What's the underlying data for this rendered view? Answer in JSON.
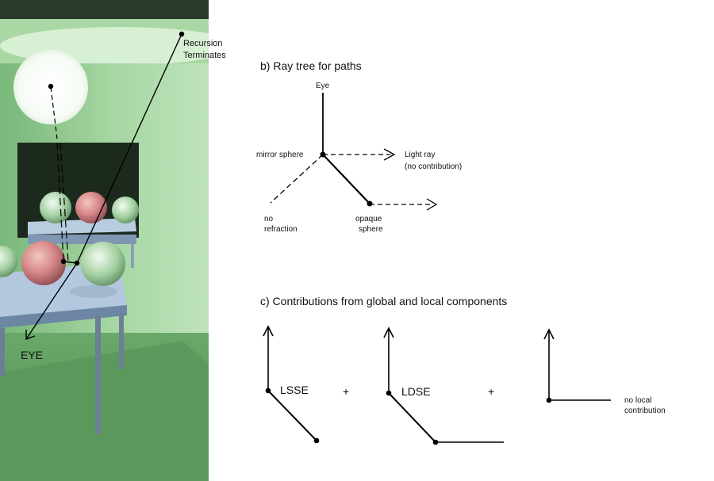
{
  "scene": {
    "recursion_label_line1": "Recursion",
    "recursion_label_line2": "Terminates",
    "eye_label": "EYE"
  },
  "ray_tree": {
    "title": "b) Ray tree for paths",
    "eye_label": "Eye",
    "mirror_sphere_label": "mirror sphere",
    "light_ray_line1": "Light ray",
    "light_ray_line2": "(no contribution)",
    "no_refraction_line1": "no",
    "no_refraction_line2": "refraction",
    "opaque_sphere_line1": "opaque",
    "opaque_sphere_line2": "sphere"
  },
  "contributions": {
    "title": "c) Contributions from global and local components",
    "lsse_label": "LSSE",
    "plus1": "+",
    "ldse_label": "LDSE",
    "plus2": "+",
    "no_local_line1": "no local",
    "no_local_line2": "contribution"
  },
  "colors": {
    "scene_green": "#8fc990",
    "table_blue": "#8fa7c4",
    "sphere_pink": "#d98a8a",
    "line": "#000000"
  }
}
